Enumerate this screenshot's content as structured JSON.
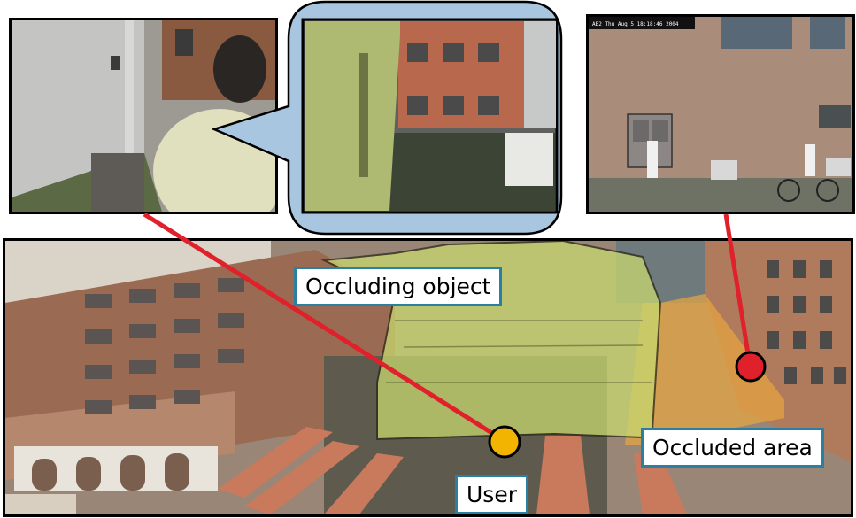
{
  "labels": {
    "occluding_object": "Occluding object",
    "occluded_area": "Occluded area",
    "user": "User"
  },
  "camera_overlay_text": "AB2 Thu Aug 5 18:18:46 2004",
  "colors": {
    "label_border": "#2b7fa0",
    "callout_fill": "#a9c6e0",
    "pointer_line": "#e0202a",
    "user_marker": "#f2b400",
    "occluded_marker": "#e0202a",
    "occluding_overlay": "#c8d870",
    "occluded_overlay": "#e8a640"
  }
}
